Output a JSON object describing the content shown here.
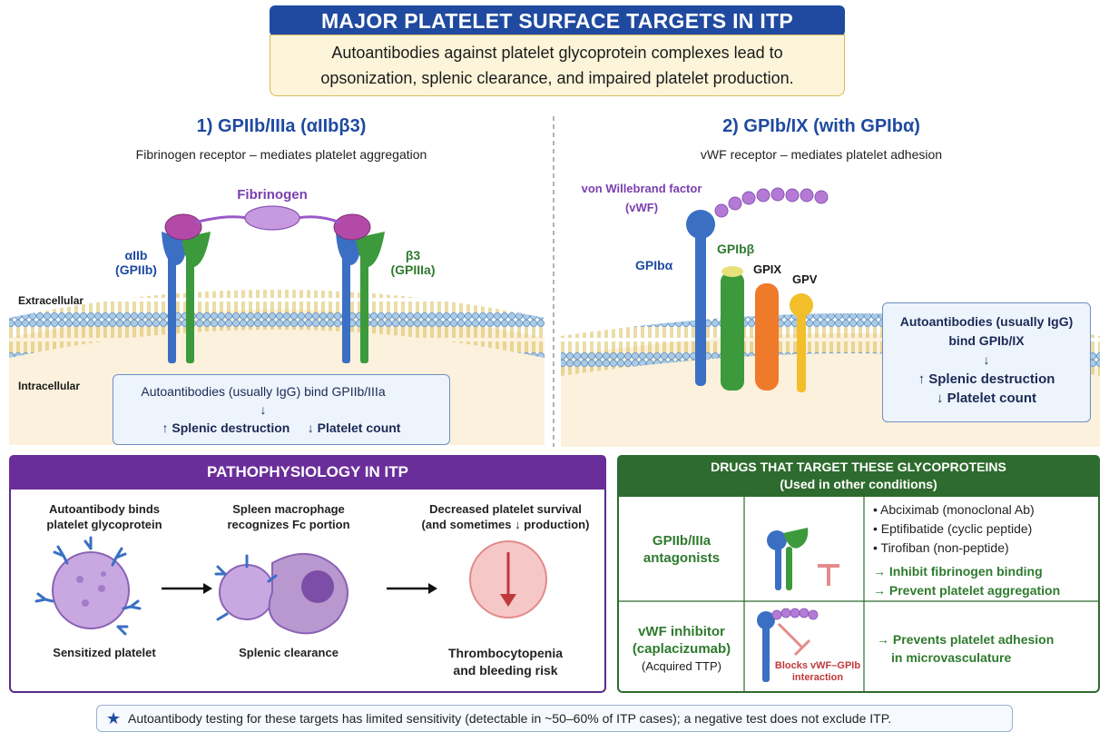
{
  "header": {
    "title": "MAJOR PLATELET SURFACE TARGETS IN ITP",
    "subtitle_line1": "Autoantibodies against platelet glycoprotein complexes lead to",
    "subtitle_line2": "opsonization, splenic clearance, and impaired platelet production."
  },
  "left": {
    "title": "1) GPIIb/IIIa (αIIbβ3)",
    "subtitle": "Fibrinogen receptor – mediates platelet aggregation",
    "fibrinogen": "Fibrinogen",
    "alpha_line1": "αIIb",
    "alpha_line2": "(GPIIb)",
    "beta_line1": "β3",
    "beta_line2": "(GPIIIa)",
    "extracellular": "Extracellular",
    "intracellular": "Intracellular",
    "box_line1": "Autoantibodies (usually IgG) bind GPIIb/IIIa",
    "box_arrow": "↓",
    "box_line2a": "↑ Splenic destruction",
    "box_line2b": "↓ Platelet count"
  },
  "right": {
    "title": "2) GPIb/IX (with GPIbα)",
    "subtitle": "vWF receptor – mediates platelet adhesion",
    "vwf_line1": "von Willebrand factor",
    "vwf_line2": "(vWF)",
    "gpiba": "GPIbα",
    "gpibb": "GPIbβ",
    "gpix": "GPIX",
    "gpv": "GPV",
    "box_line1": "Autoantibodies (usually IgG)",
    "box_line2": "bind GPIb/IX",
    "box_arrow": "↓",
    "box_line3": "↑ Splenic destruction",
    "box_line4": "↓ Platelet count"
  },
  "patho": {
    "title": "PATHOPHYSIOLOGY IN ITP",
    "step1_top_line1": "Autoantibody binds",
    "step1_top_line2": "platelet glycoprotein",
    "step1_bottom": "Sensitized platelet",
    "step2_top_line1": "Spleen macrophage",
    "step2_top_line2": "recognizes Fc portion",
    "step2_bottom": "Splenic clearance",
    "step3_top_line1": "Decreased platelet survival",
    "step3_top_line2": "(and sometimes ↓ production)",
    "step3_bottom_line1": "Thrombocytopenia",
    "step3_bottom_line2": "and bleeding risk"
  },
  "drugs": {
    "title_line1": "DRUGS THAT TARGET THESE GLYCOPROTEINS",
    "title_line2": "(Used in other conditions)",
    "row1_class_line1": "GPIIb/IIIa",
    "row1_class_line2": "antagonists",
    "row1_drug1": "• Abciximab (monoclonal Ab)",
    "row1_drug2": "• Eptifibatide (cyclic peptide)",
    "row1_drug3": "• Tirofiban (non-peptide)",
    "row1_effect1": "→ Inhibit fibrinogen binding",
    "row1_effect2": "→ Prevent platelet aggregation",
    "row2_class_line1": "vWF inhibitor",
    "row2_class_line2": "(caplacizumab)",
    "row2_class_line3": "(Acquired TTP)",
    "row2_blocks_line1": "Blocks vWF–GPIb",
    "row2_blocks_line2": "interaction",
    "row2_effect_line1": "→ Prevents platelet adhesion",
    "row2_effect_line2": "in microvasculature"
  },
  "footer": {
    "text": "Autoantibody testing for these targets has limited sensitivity (detectable in ~50–60% of ITP cases); a negative test does not exclude ITP."
  },
  "colors": {
    "title_blue": "#1f4aa0",
    "purple": "#6a2e9a",
    "green": "#2e6b2e",
    "alpha_blue": "#3a6fc4",
    "beta_green": "#3c9a3c",
    "fibrinogen_purple": "#b47ad6",
    "gpix_orange": "#ee7a2a",
    "gpv_yellow": "#f2be2a"
  }
}
